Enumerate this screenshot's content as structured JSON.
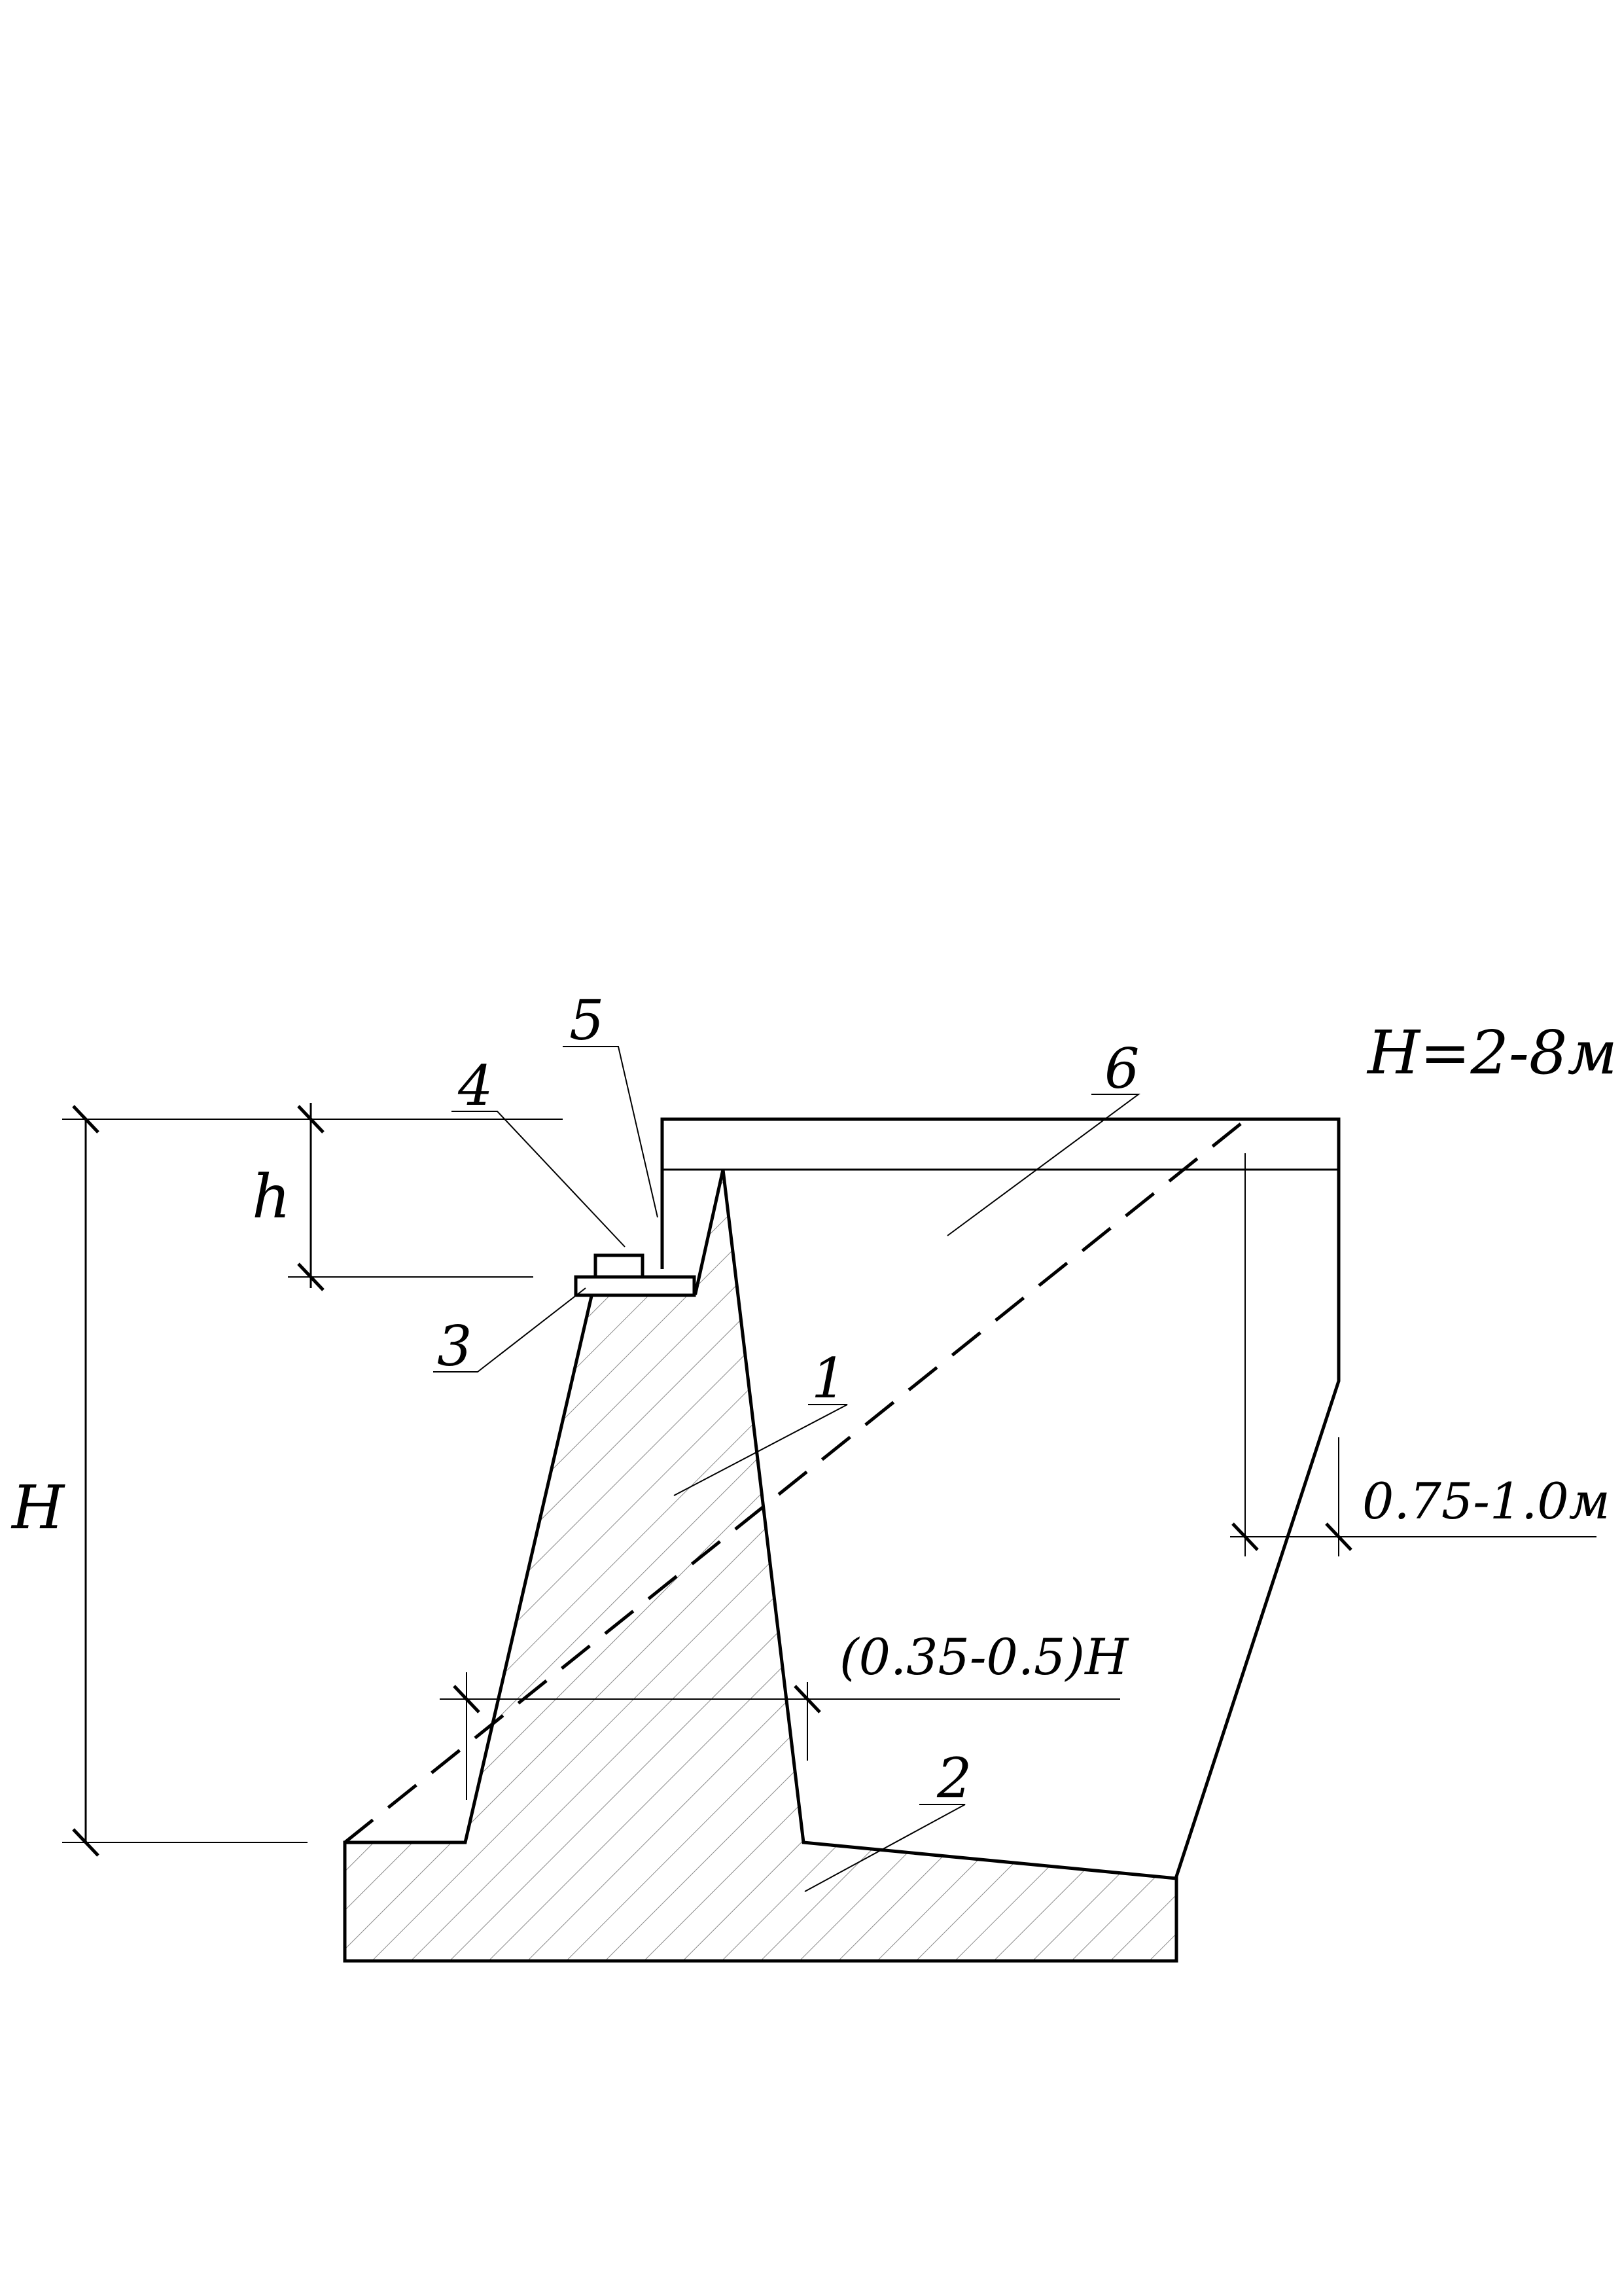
{
  "diagram": {
    "height_range_note": "H=2-8м",
    "dimensions": {
      "total_height": "H",
      "cap_height": "h",
      "mid_width": "(0.35-0.5)H",
      "backfill_offset": "0.75-1.0м"
    },
    "callouts": [
      {
        "id": "1",
        "text": "1"
      },
      {
        "id": "2",
        "text": "2"
      },
      {
        "id": "3",
        "text": "3"
      },
      {
        "id": "4",
        "text": "4"
      },
      {
        "id": "5",
        "text": "5"
      },
      {
        "id": "6",
        "text": "6"
      }
    ],
    "colors": {
      "line": "#000000",
      "hatch": "#8a8a8a",
      "background": "#ffffff"
    }
  }
}
